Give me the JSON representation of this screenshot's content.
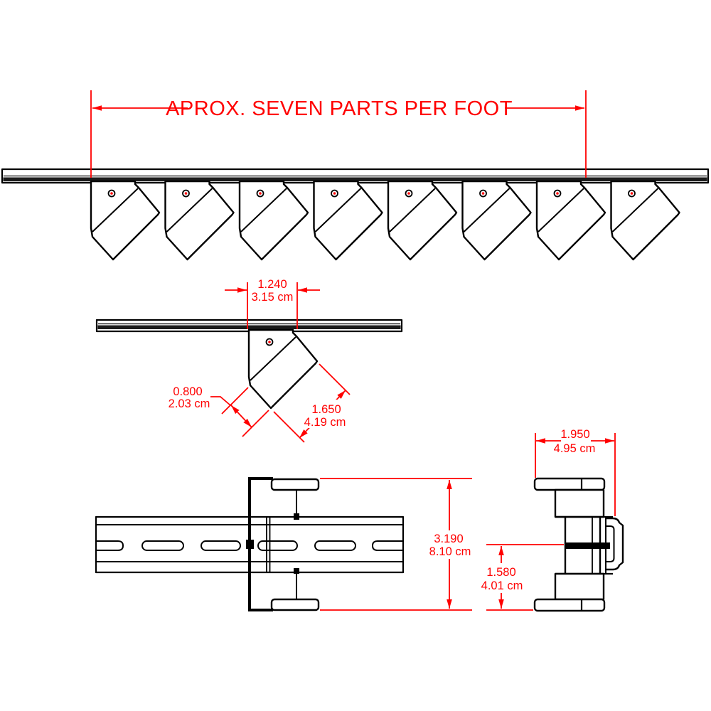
{
  "drawing": {
    "title": "APROX. SEVEN PARTS PER FOOT",
    "part_count": 8,
    "colors": {
      "dimension": "#ff0000",
      "geometry": "#000000",
      "background": "#ffffff"
    },
    "views": {
      "strip_assembly": {
        "description": "row of eight angled parts hanging from header rail"
      },
      "single_part": {
        "mount_width": {
          "in": "1.240",
          "cm": "3.15 cm"
        },
        "body_width": {
          "in": "0.800",
          "cm": "2.03 cm"
        },
        "body_length": {
          "in": "1.650",
          "cm": "4.19 cm"
        }
      },
      "din_rail_top": {
        "overall_length": {
          "in": "3.190",
          "cm": "8.10 cm"
        }
      },
      "din_rail_end": {
        "overall_width": {
          "in": "1.950",
          "cm": "4.95 cm"
        },
        "rail_to_base": {
          "in": "1.580",
          "cm": "4.01 cm"
        }
      }
    }
  }
}
